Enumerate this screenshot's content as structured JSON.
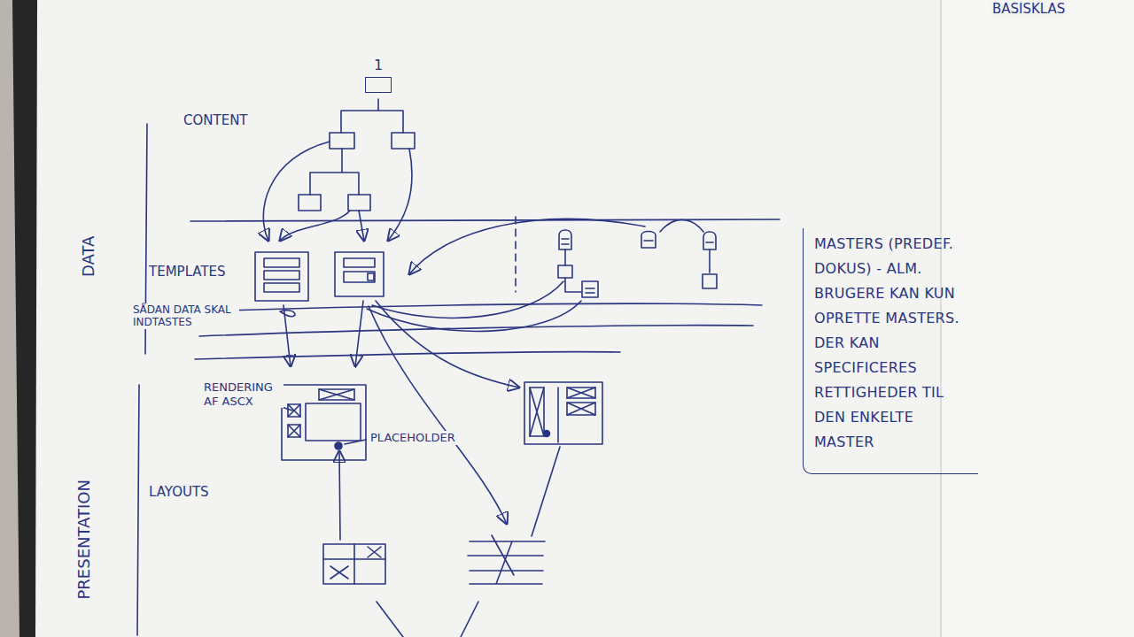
{
  "diagram": {
    "nodes": [
      {
        "text": [
          "1"
        ]
      },
      {
        "text": [
          "MASTERS (PREDEF. DOKUS) - ALM. BRUGERE KAN KUN OPRETTE MASTERS. DER KAN SPECIFICERES RETTIGHEDER TIL DEN ENKELTE MASTER"
        ]
      }
    ],
    "labels": [
      "CONTENT",
      "DATA",
      "TEMPLATES",
      "SÅDAN DATA SKAL INDTASTES",
      "RENDERING AF ASCX",
      "PLACEHOLDER",
      "LAYOUTS",
      "PRESENTATION",
      "BASISKLAS"
    ]
  }
}
